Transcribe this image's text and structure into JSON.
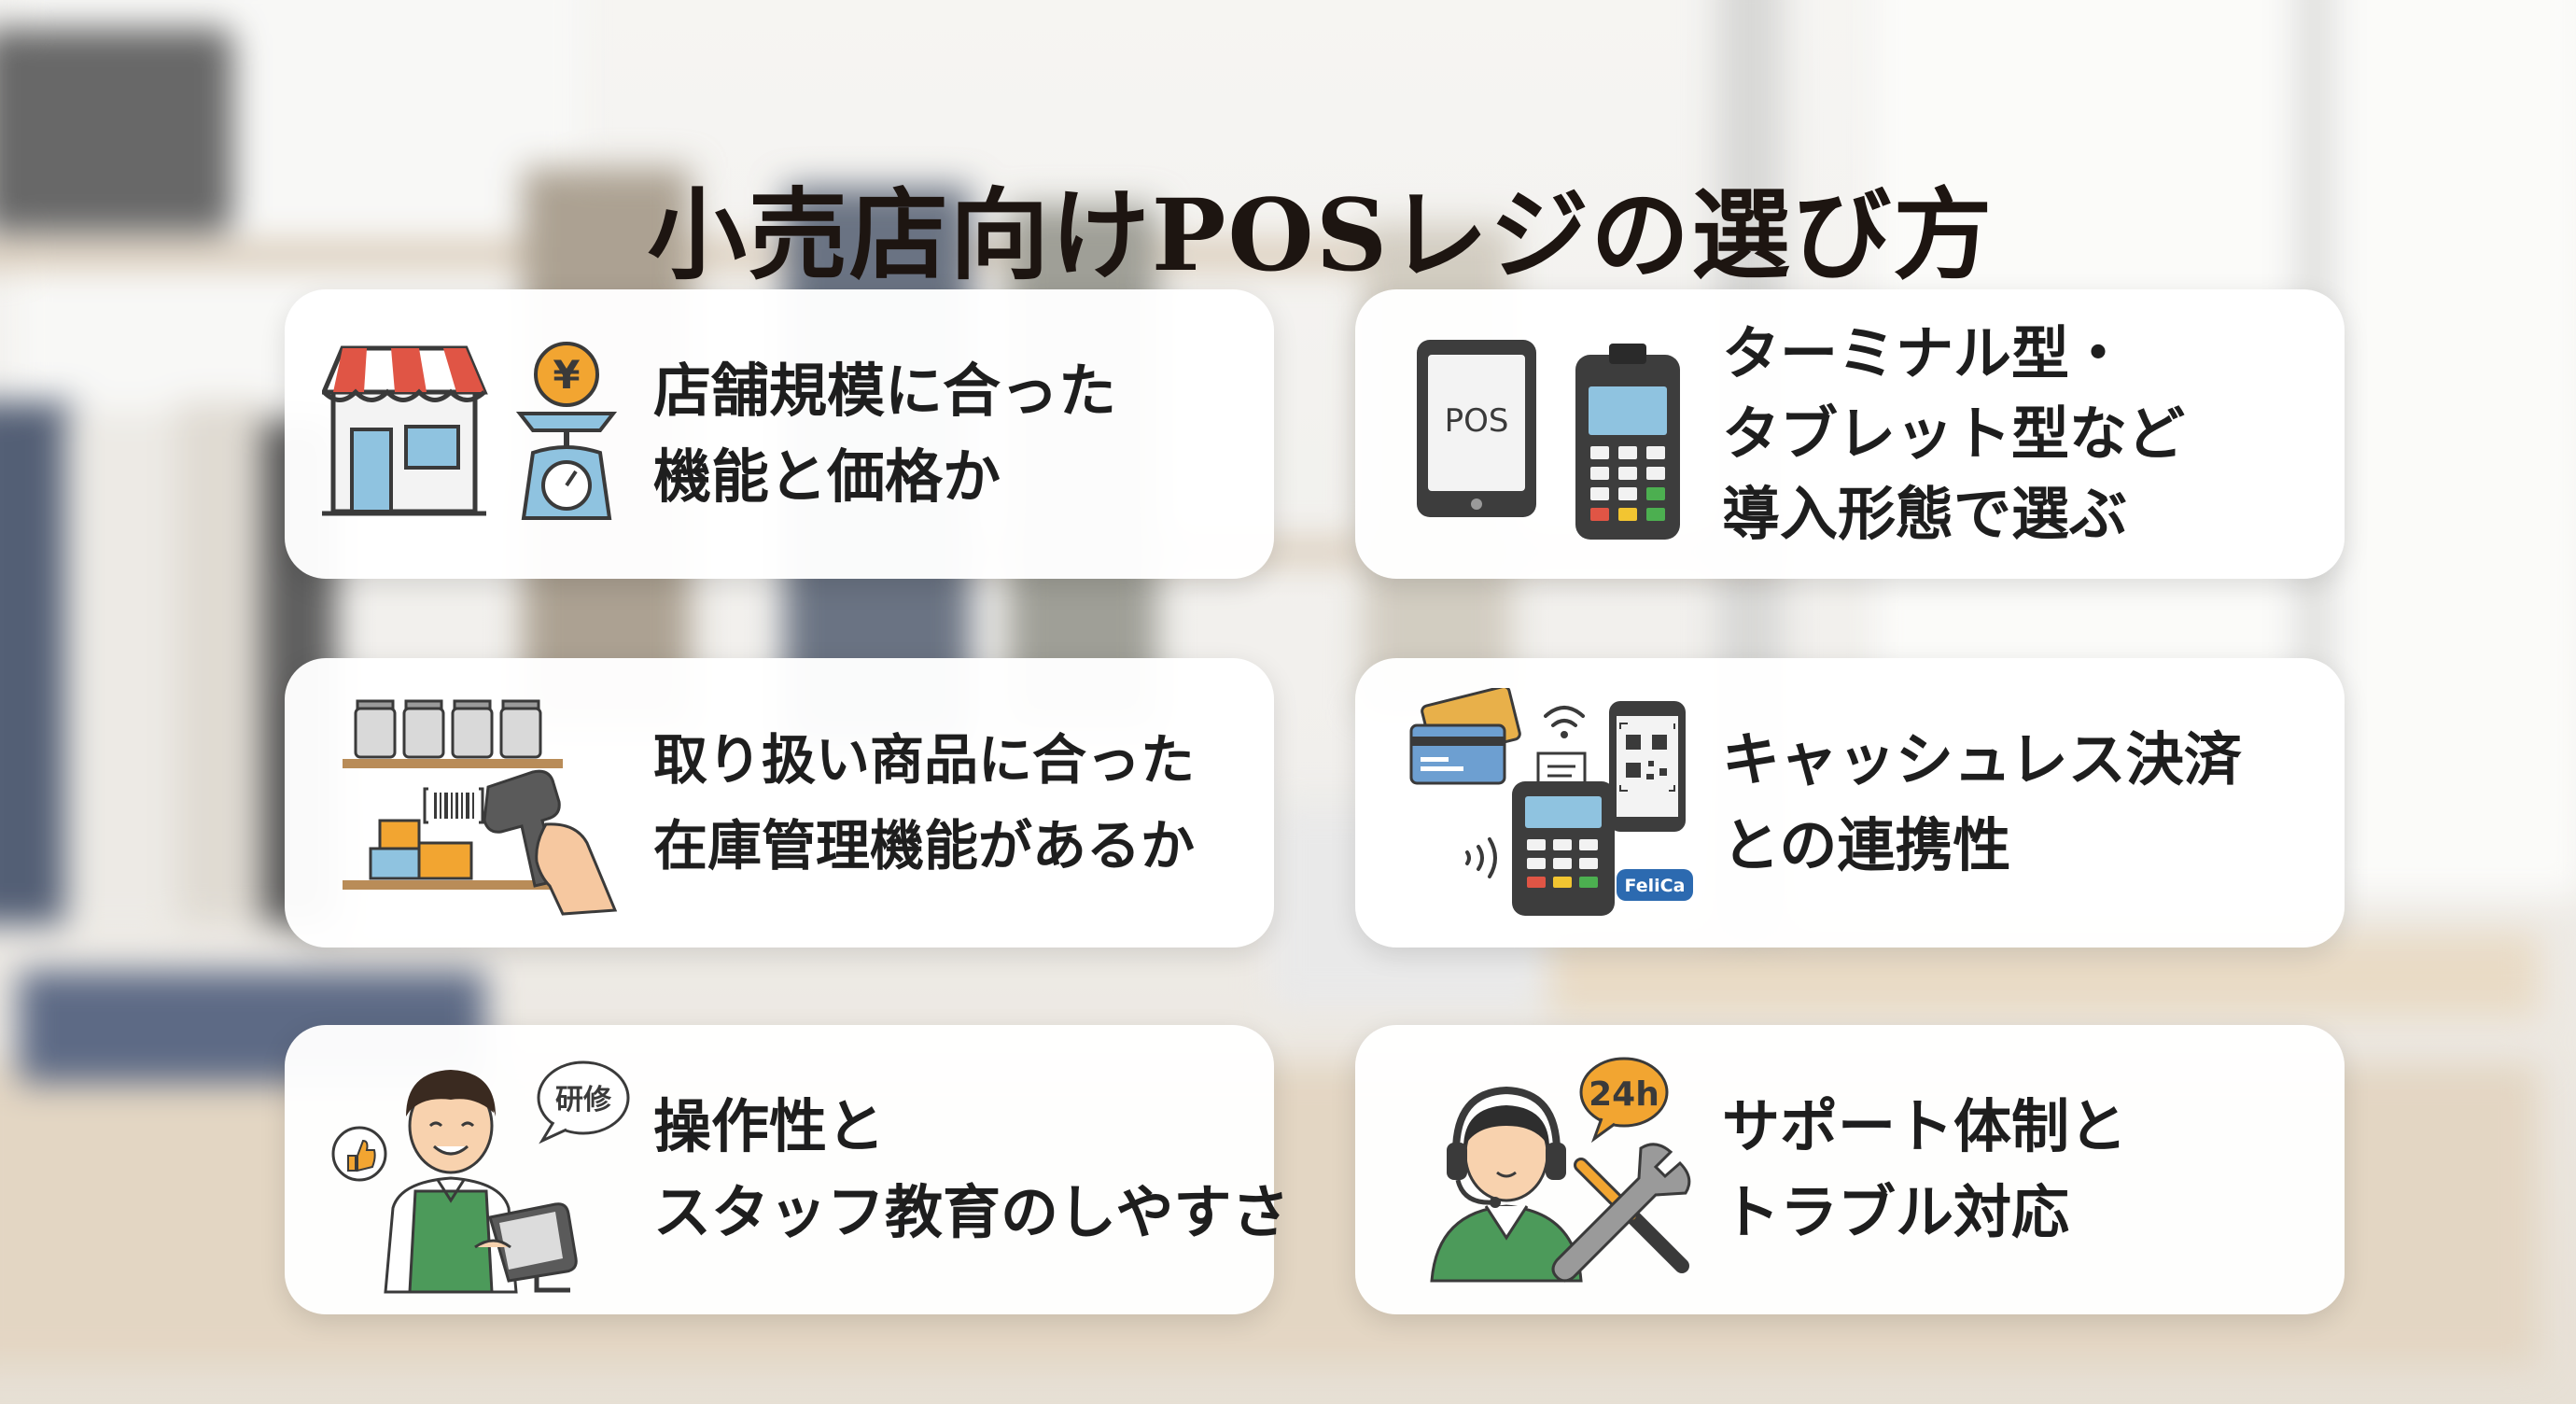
{
  "title": "小売店向けPOSレジの選び方",
  "cards": [
    {
      "lines": [
        "店舗規模に合った",
        "機能と価格か"
      ],
      "icon": "store-scale-icon"
    },
    {
      "lines": [
        "ターミナル型・",
        "タブレット型など",
        "導入形態で選ぶ"
      ],
      "icon": "pos-terminal-tablet-icon",
      "icon_text": "POS"
    },
    {
      "lines": [
        "取り扱い商品に合った",
        "在庫管理機能があるか"
      ],
      "icon": "inventory-scanner-icon"
    },
    {
      "lines": [
        "キャッシュレス決済",
        "との連携性"
      ],
      "icon": "cashless-payment-icon",
      "icon_text": "FeliCa"
    },
    {
      "lines": [
        "操作性と",
        "スタッフ教育のしやすさ"
      ],
      "icon": "staff-training-icon",
      "icon_text": "研修"
    },
    {
      "lines": [
        "サポート体制と",
        "トラブル対応"
      ],
      "icon": "support-headset-icon",
      "icon_text": "24h"
    }
  ],
  "colors": {
    "card_bg": "#ffffff",
    "title": "#1d1511",
    "accent_red": "#e05545",
    "accent_blue": "#8fc3e0",
    "accent_orange": "#f2a531",
    "accent_green": "#4c9a5a",
    "device_dark": "#3d3d3d"
  }
}
